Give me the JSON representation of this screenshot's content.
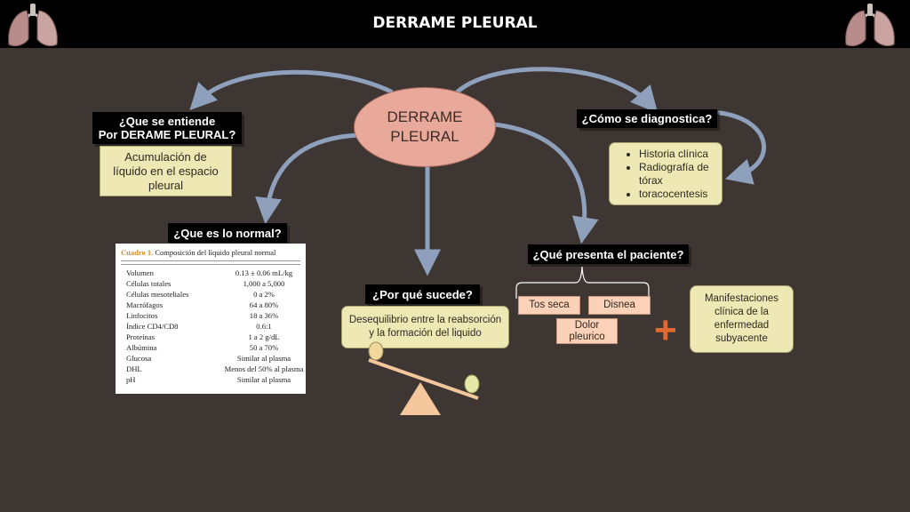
{
  "header": {
    "title": "DERRAME PLEURAL",
    "icon_left": "lungs-icon",
    "icon_right": "lungs-icon"
  },
  "center": {
    "text": "DERRAME\nPLEURAL"
  },
  "definition": {
    "question": "¿Que se entiende\nPor DERAME PLEURAL?",
    "answer": "Acumulación de\nlíquido en el espacio\npleural"
  },
  "diagnosis": {
    "question": "¿Cómo se diagnostica?",
    "items": [
      "Historia clínica",
      "Radiografía de tórax",
      "toracocentesis"
    ]
  },
  "normal": {
    "question": "¿Que es lo normal?",
    "table": {
      "title_num": "Cuadro 1.",
      "title_text": "Composición del líquido pleural normal",
      "rows": [
        {
          "name": "Volumen",
          "value": "0.13 ± 0.06 mL/kg"
        },
        {
          "name": "Células totales",
          "value": "1,000 a 5,000"
        },
        {
          "name": "Células mesoteliales",
          "value": "0 a 2%"
        },
        {
          "name": "Macrófagos",
          "value": "64 a 80%"
        },
        {
          "name": "Linfocitos",
          "value": "18 a 36%"
        },
        {
          "name": "Índice CD4/CD8",
          "value": "0.6:1"
        },
        {
          "name": "Proteínas",
          "value": "1 a 2 g/dL"
        },
        {
          "name": "Albúmina",
          "value": "50 a 70%"
        },
        {
          "name": "Glucosa",
          "value": "Similar al plasma"
        },
        {
          "name": "DHL",
          "value": "Menos del 50% al plasma"
        },
        {
          "name": "pH",
          "value": "Similar al plasma"
        }
      ]
    }
  },
  "why": {
    "question": "¿Por qué  sucede?",
    "answer": "Desequilibrio entre la reabsorción\ny la formación del liquido"
  },
  "presentation": {
    "question": "¿Qué presenta el paciente?",
    "symptoms": [
      "Tos seca",
      "Disnea",
      "Dolor\npleurico"
    ],
    "plus_symbol": "+",
    "underlying": "Manifestaciones\nclínica de la\nenfermedad\nsubyacente"
  },
  "colors": {
    "background": "#3e3633",
    "arrow": "#8ea0bc",
    "ellipse": "#e8a89a",
    "box": "#eee8b4",
    "symptom": "#fbd2b8",
    "plus": "#e16a32"
  }
}
